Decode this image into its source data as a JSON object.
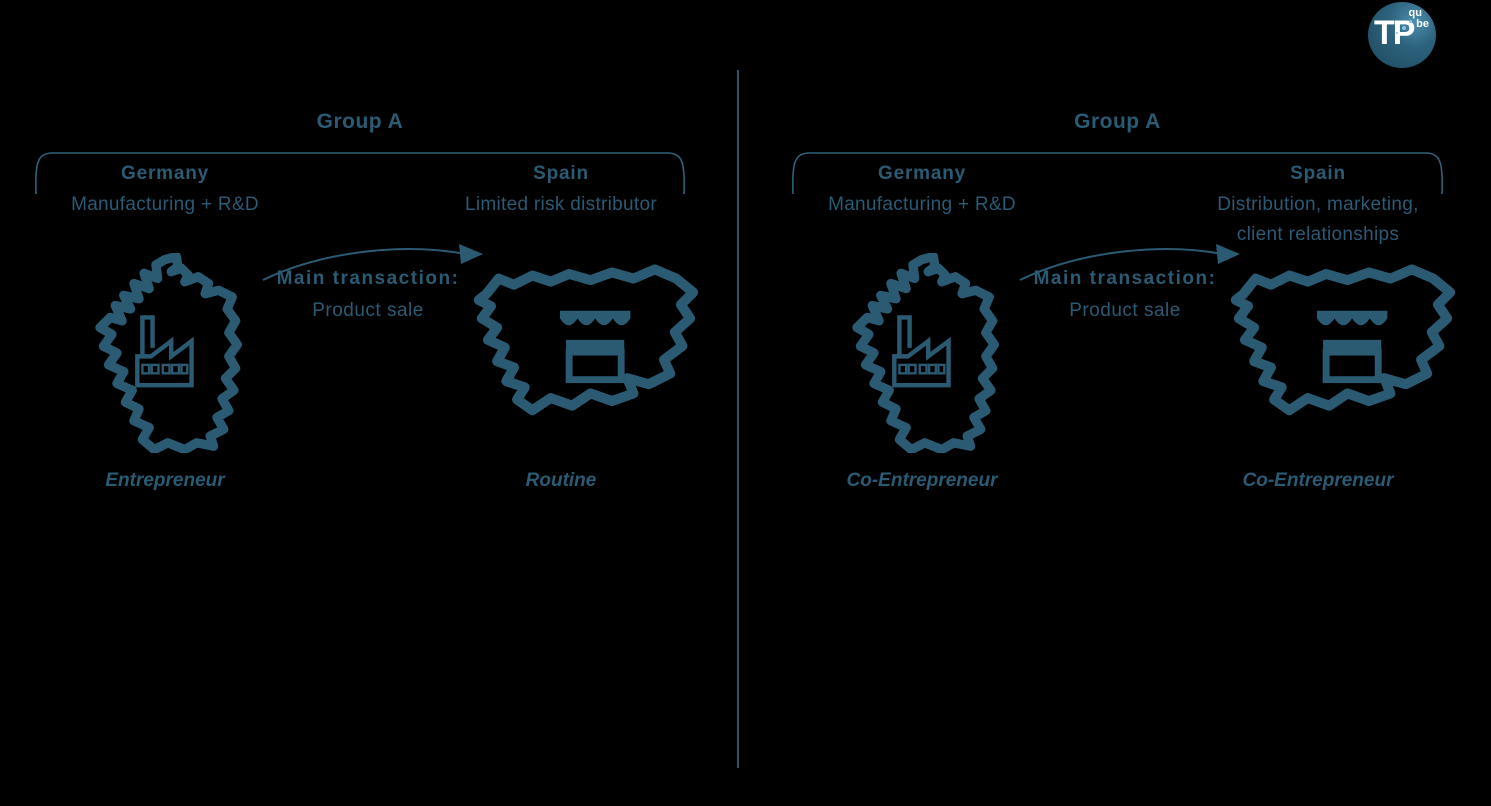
{
  "page": {
    "background": "#000000",
    "accent": "#2B5A73",
    "line_color": "#2E6379"
  },
  "logo": {
    "text_main": "TP",
    "text_small_top": "qu",
    "text_small_bottom": "be"
  },
  "panels": [
    {
      "group_title": "Group A",
      "origin": {
        "country": "Germany",
        "functions": "Manufacturing + R&D",
        "role": "Entrepreneur",
        "map_icon": "germany-map",
        "building_icon": "factory"
      },
      "destination": {
        "country": "Spain",
        "functions_line1": "Limited risk distributor",
        "functions_line2": "",
        "role": "Routine",
        "map_icon": "spain-map",
        "building_icon": "market-stall"
      },
      "transaction": {
        "label": "Main transaction:",
        "detail": "Product sale"
      }
    },
    {
      "group_title": "Group A",
      "origin": {
        "country": "Germany",
        "functions": "Manufacturing + R&D",
        "role": "Co-Entrepreneur",
        "map_icon": "germany-map",
        "building_icon": "factory"
      },
      "destination": {
        "country": "Spain",
        "functions_line1": "Distribution, marketing,",
        "functions_line2": "client relationships",
        "role": "Co-Entrepreneur",
        "map_icon": "spain-map",
        "building_icon": "market-stall"
      },
      "transaction": {
        "label": "Main transaction:",
        "detail": "Product sale"
      }
    }
  ]
}
